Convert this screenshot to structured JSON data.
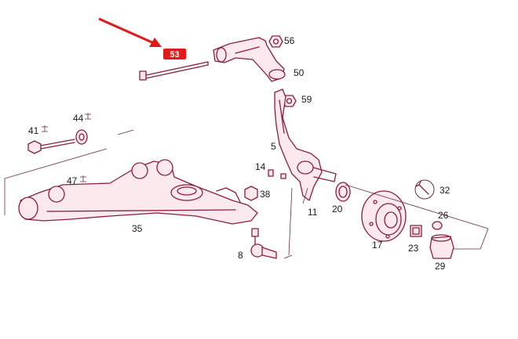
{
  "colors": {
    "ink": "#8a1e3c",
    "highlight": "#e01b1b",
    "arrow": "#e01b1b"
  },
  "highlight_callout": {
    "label": "53"
  },
  "callouts": {
    "c56": "56",
    "c50": "50",
    "c59": "59",
    "c5": "5",
    "c14": "14",
    "c41": "41",
    "c44": "44",
    "c47": "47",
    "c38": "38",
    "c11": "11",
    "c20": "20",
    "c32": "32",
    "c26": "26",
    "c35": "35",
    "c8": "8",
    "c17": "17",
    "c23": "23",
    "c29": "29"
  }
}
